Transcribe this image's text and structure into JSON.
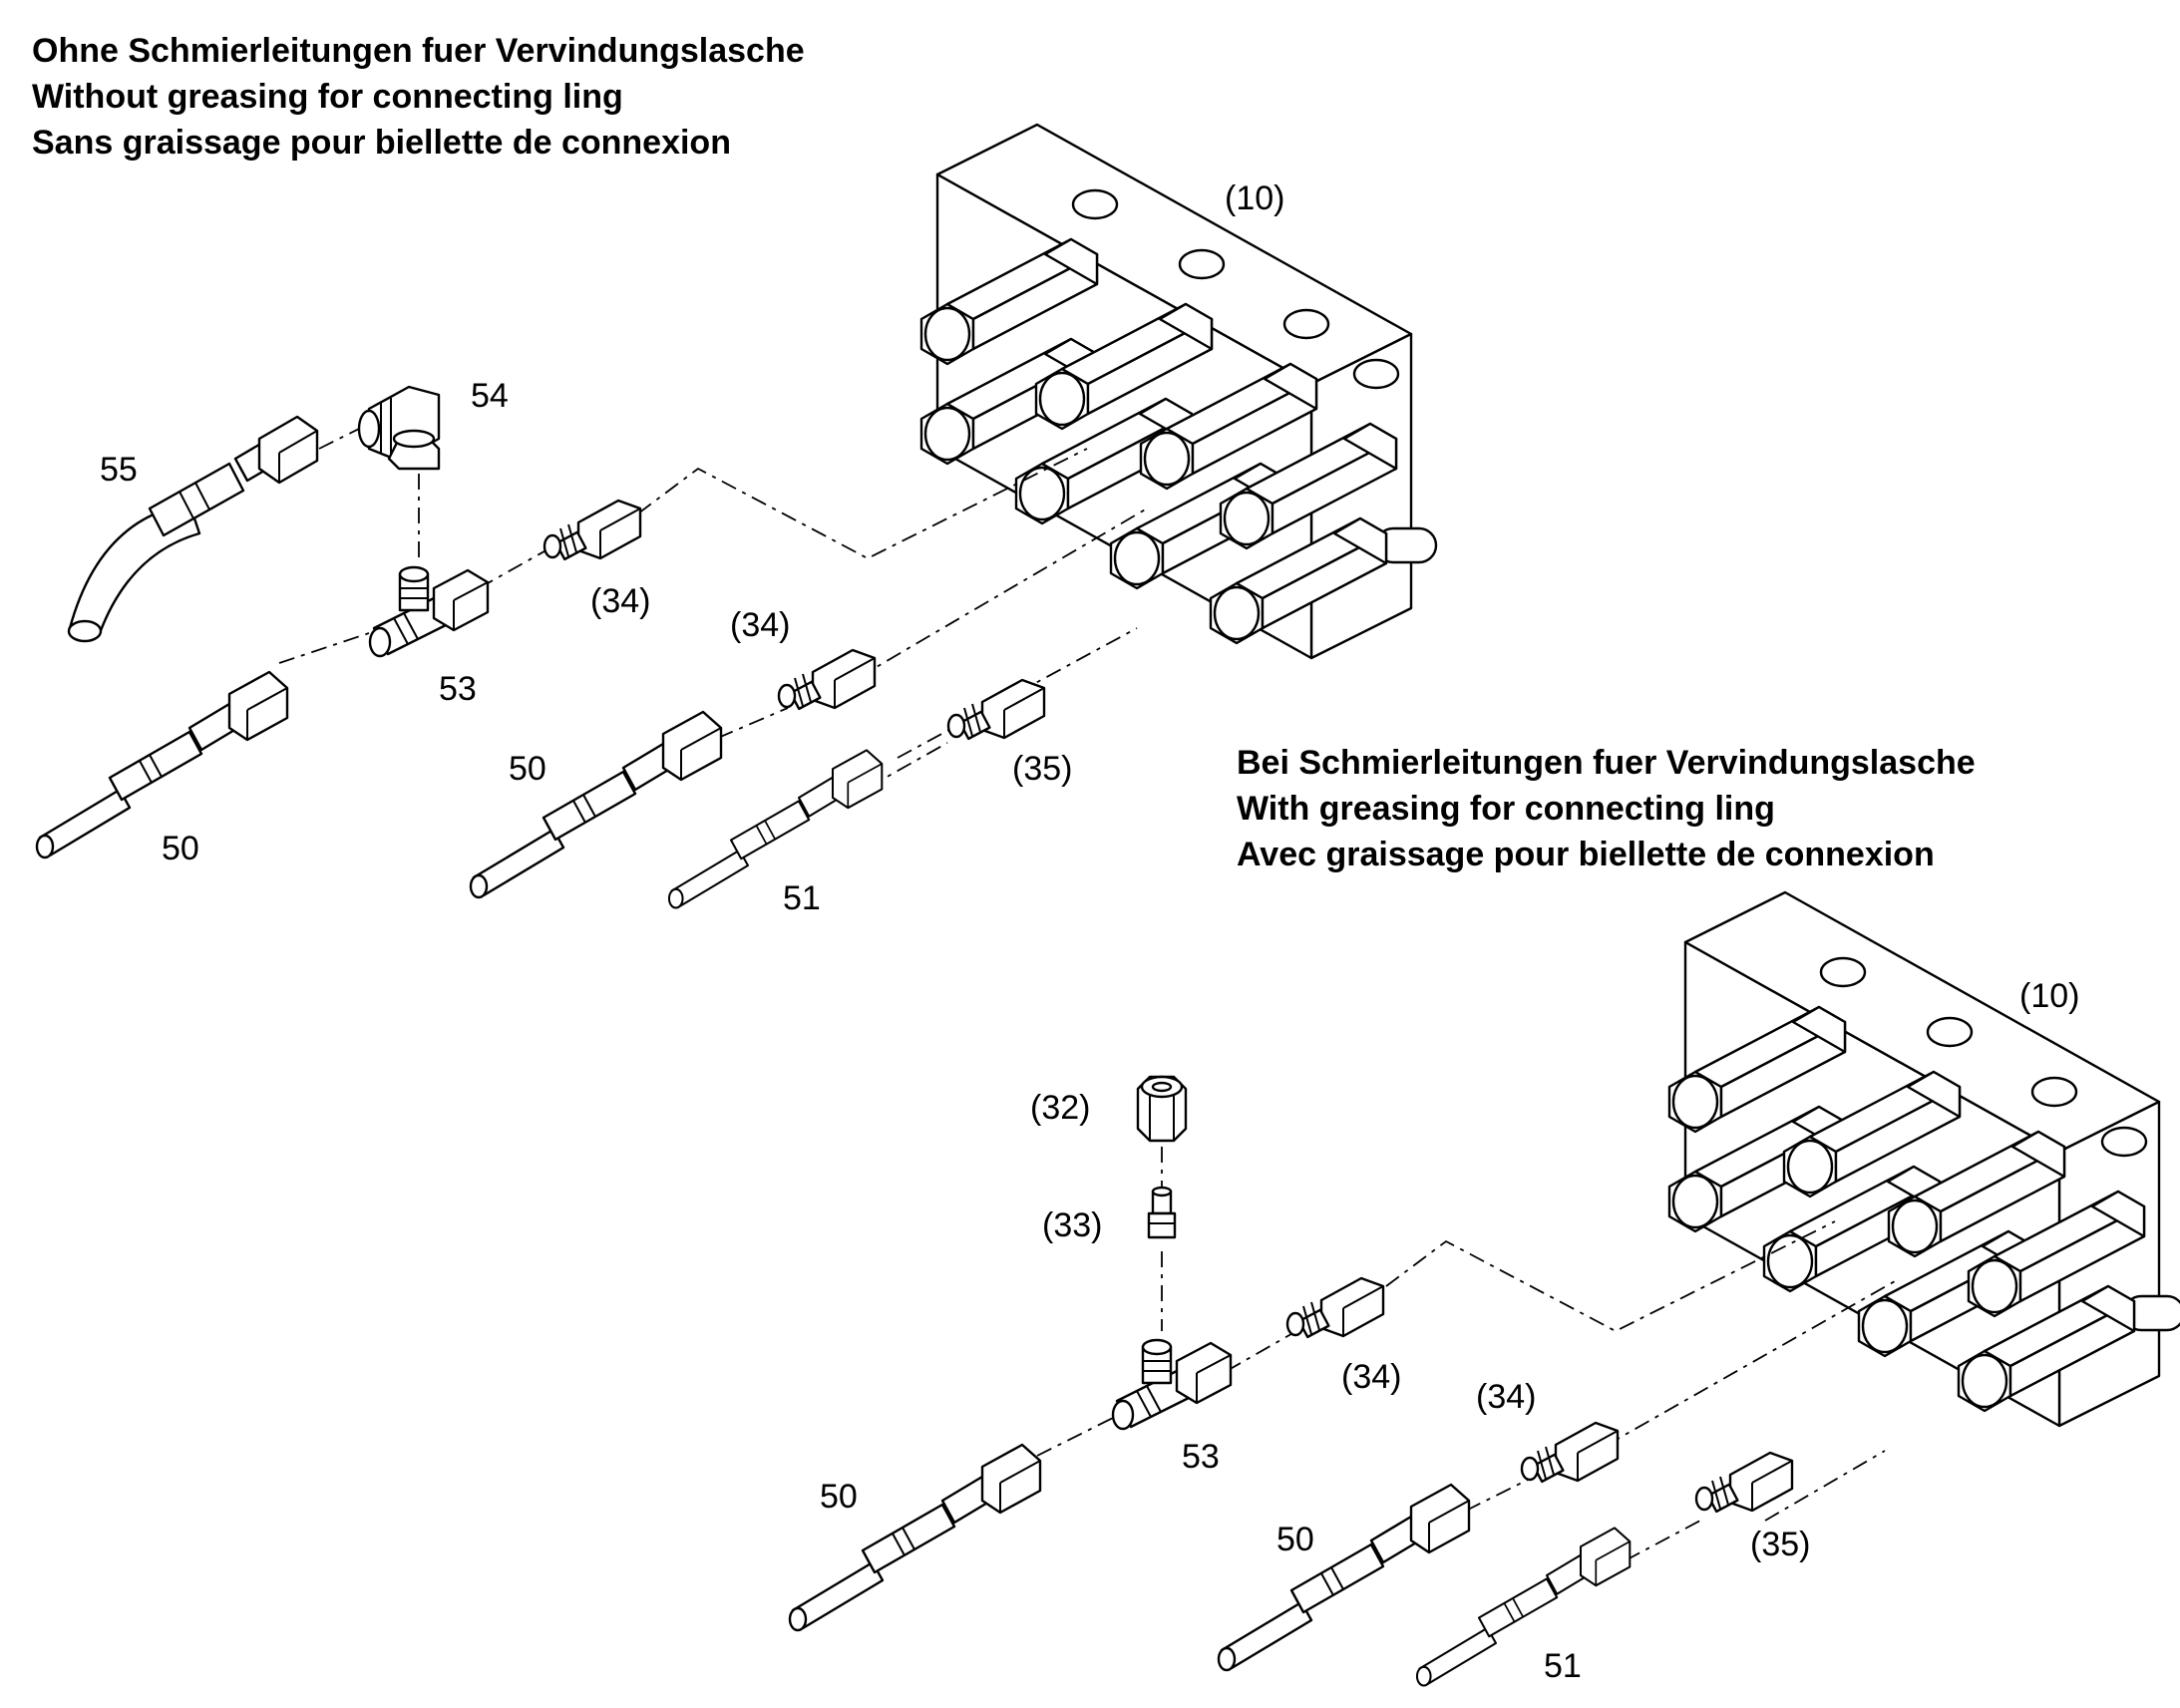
{
  "top_section": {
    "caption": [
      "Ohne Schmierleitungen fuer Vervindungslasche",
      "Without greasing for connecting ling",
      "Sans graissage pour biellette de connexion"
    ],
    "labels": {
      "block": "(10)",
      "elbow": "54",
      "hose_grease": "55",
      "tee": "53",
      "nipple_tee": "(34)",
      "nipple_upper": "(34)",
      "hose_lower": "50",
      "hose_mid": "50",
      "nipple_35": "(35)",
      "hose_51": "51"
    }
  },
  "bottom_section": {
    "caption": [
      "Bei Schmierleitungen fuer Vervindungslasche",
      "With greasing for connecting ling",
      "Avec graissage pour biellette de connexion"
    ],
    "labels": {
      "block": "(10)",
      "nut": "(32)",
      "plug": "(33)",
      "tee": "53",
      "nipple_tee": "(34)",
      "nipple_upper": "(34)",
      "hose_left": "50",
      "hose_mid": "50",
      "nipple_35": "(35)",
      "hose_51": "51"
    }
  }
}
